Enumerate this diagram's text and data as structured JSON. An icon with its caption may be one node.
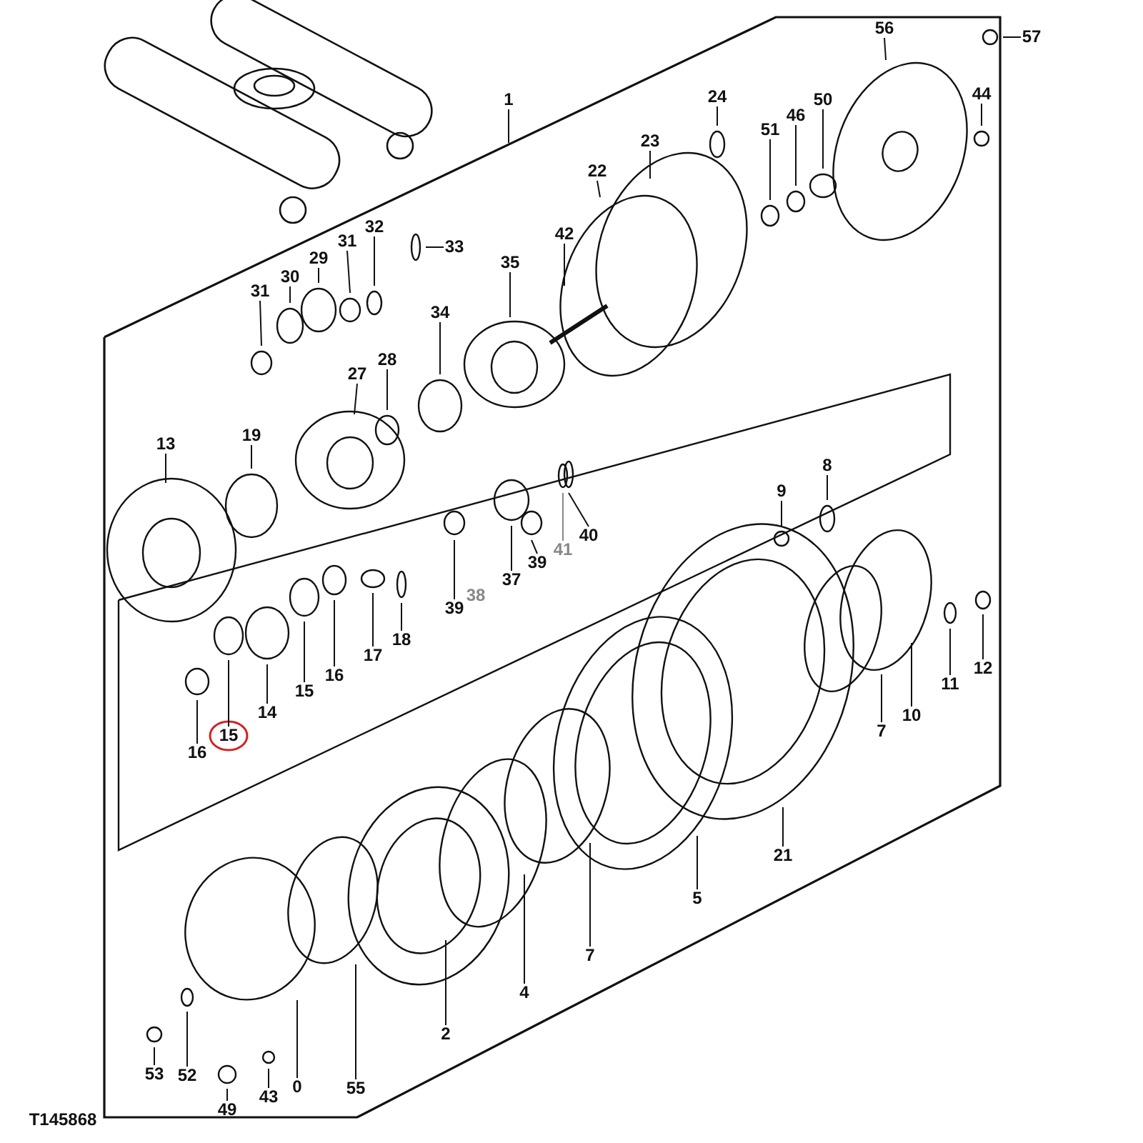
{
  "diagram": {
    "nodes": [
      {
        "text": [
          "1"
        ]
      },
      {
        "text": [
          "56"
        ]
      },
      {
        "text": [
          "57"
        ]
      },
      {
        "text": [
          "44"
        ]
      },
      {
        "text": [
          "24"
        ]
      },
      {
        "text": [
          "50"
        ]
      },
      {
        "text": [
          "46"
        ]
      },
      {
        "text": [
          "51"
        ]
      },
      {
        "text": [
          "23"
        ]
      },
      {
        "text": [
          "22"
        ]
      },
      {
        "text": [
          "32"
        ]
      },
      {
        "text": [
          "42"
        ]
      },
      {
        "text": [
          "31"
        ]
      },
      {
        "text": [
          "33"
        ]
      },
      {
        "text": [
          "29"
        ]
      },
      {
        "text": [
          "35"
        ]
      },
      {
        "text": [
          "30"
        ]
      },
      {
        "text": [
          "31"
        ]
      },
      {
        "text": [
          "34"
        ]
      },
      {
        "text": [
          "28"
        ]
      },
      {
        "text": [
          "27"
        ]
      },
      {
        "text": [
          "19"
        ]
      },
      {
        "text": [
          "13"
        ]
      },
      {
        "text": [
          "8"
        ]
      },
      {
        "text": [
          "9"
        ]
      },
      {
        "text": [
          "40"
        ]
      },
      {
        "text": [
          "41"
        ]
      },
      {
        "text": [
          "39"
        ]
      },
      {
        "text": [
          "37"
        ]
      },
      {
        "text": [
          "39"
        ]
      },
      {
        "text": [
          "18"
        ]
      },
      {
        "text": [
          "17"
        ]
      },
      {
        "text": [
          "16"
        ]
      },
      {
        "text": [
          "15"
        ]
      },
      {
        "text": [
          "14"
        ]
      },
      {
        "text": [
          "15"
        ]
      },
      {
        "text": [
          "16"
        ]
      },
      {
        "text": [
          "12"
        ]
      },
      {
        "text": [
          "11"
        ]
      },
      {
        "text": [
          "10"
        ]
      },
      {
        "text": [
          "7"
        ]
      },
      {
        "text": [
          "21"
        ]
      },
      {
        "text": [
          "5"
        ]
      },
      {
        "text": [
          "7"
        ]
      },
      {
        "text": [
          "4"
        ]
      },
      {
        "text": [
          "2"
        ]
      },
      {
        "text": [
          "53"
        ]
      },
      {
        "text": [
          "52"
        ]
      },
      {
        "text": [
          "0"
        ]
      },
      {
        "text": [
          "55"
        ]
      },
      {
        "text": [
          "43"
        ]
      },
      {
        "text": [
          "49"
        ]
      }
    ],
    "edges": [
      {
        "from": 0,
        "to": null,
        "arrow": "none"
      },
      {
        "from": 1,
        "to": null,
        "arrow": "none"
      },
      {
        "from": 2,
        "to": null,
        "arrow": "none"
      },
      {
        "from": 3,
        "to": null,
        "arrow": "none"
      },
      {
        "from": 4,
        "to": null,
        "arrow": "none"
      },
      {
        "from": 5,
        "to": null,
        "arrow": "none"
      },
      {
        "from": 6,
        "to": null,
        "arrow": "none"
      },
      {
        "from": 7,
        "to": null,
        "arrow": "none"
      },
      {
        "from": 8,
        "to": null,
        "arrow": "none"
      },
      {
        "from": 9,
        "to": null,
        "arrow": "none"
      },
      {
        "from": 10,
        "to": null,
        "arrow": "none"
      },
      {
        "from": 11,
        "to": null,
        "arrow": "none"
      },
      {
        "from": 12,
        "to": null,
        "arrow": "none"
      },
      {
        "from": 13,
        "to": null,
        "arrow": "none"
      },
      {
        "from": 14,
        "to": null,
        "arrow": "none"
      },
      {
        "from": 15,
        "to": null,
        "arrow": "none"
      },
      {
        "from": 16,
        "to": null,
        "arrow": "none"
      },
      {
        "from": 17,
        "to": null,
        "arrow": "none"
      },
      {
        "from": 18,
        "to": null,
        "arrow": "none"
      },
      {
        "from": 19,
        "to": null,
        "arrow": "none"
      },
      {
        "from": 20,
        "to": null,
        "arrow": "none"
      },
      {
        "from": 21,
        "to": null,
        "arrow": "none"
      },
      {
        "from": 22,
        "to": null,
        "arrow": "none"
      },
      {
        "from": 23,
        "to": null,
        "arrow": "none"
      },
      {
        "from": 24,
        "to": null,
        "arrow": "none"
      },
      {
        "from": 25,
        "to": null,
        "arrow": "none"
      },
      {
        "from": 26,
        "to": null,
        "arrow": "none",
        "color": "#888888"
      },
      {
        "from": 27,
        "to": null,
        "arrow": "none"
      },
      {
        "from": 28,
        "to": null,
        "arrow": "none"
      },
      {
        "from": 29,
        "to": null,
        "arrow": "none"
      },
      {
        "from": 30,
        "to": null,
        "arrow": "none"
      },
      {
        "from": 31,
        "to": null,
        "arrow": "none"
      },
      {
        "from": 32,
        "to": null,
        "arrow": "none"
      },
      {
        "from": 33,
        "to": null,
        "arrow": "none"
      },
      {
        "from": 34,
        "to": null,
        "arrow": "none"
      },
      {
        "from": 35,
        "to": null,
        "arrow": "none"
      },
      {
        "from": 36,
        "to": null,
        "arrow": "none"
      },
      {
        "from": 37,
        "to": null,
        "arrow": "none"
      },
      {
        "from": 38,
        "to": null,
        "arrow": "none"
      },
      {
        "from": 39,
        "to": null,
        "arrow": "none"
      },
      {
        "from": 40,
        "to": null,
        "arrow": "none"
      },
      {
        "from": 41,
        "to": null,
        "arrow": "none"
      },
      {
        "from": 42,
        "to": null,
        "arrow": "none"
      },
      {
        "from": 43,
        "to": null,
        "arrow": "none"
      },
      {
        "from": 44,
        "to": null,
        "arrow": "none"
      },
      {
        "from": 45,
        "to": null,
        "arrow": "none"
      },
      {
        "from": 46,
        "to": null,
        "arrow": "none"
      },
      {
        "from": 47,
        "to": null,
        "arrow": "none"
      },
      {
        "from": 48,
        "to": null,
        "arrow": "none"
      },
      {
        "from": 49,
        "to": null,
        "arrow": "none"
      },
      {
        "from": 50,
        "to": null,
        "arrow": "none"
      },
      {
        "from": 51,
        "to": null,
        "arrow": "none"
      }
    ],
    "labels": [
      "38",
      "T145868"
    ]
  }
}
